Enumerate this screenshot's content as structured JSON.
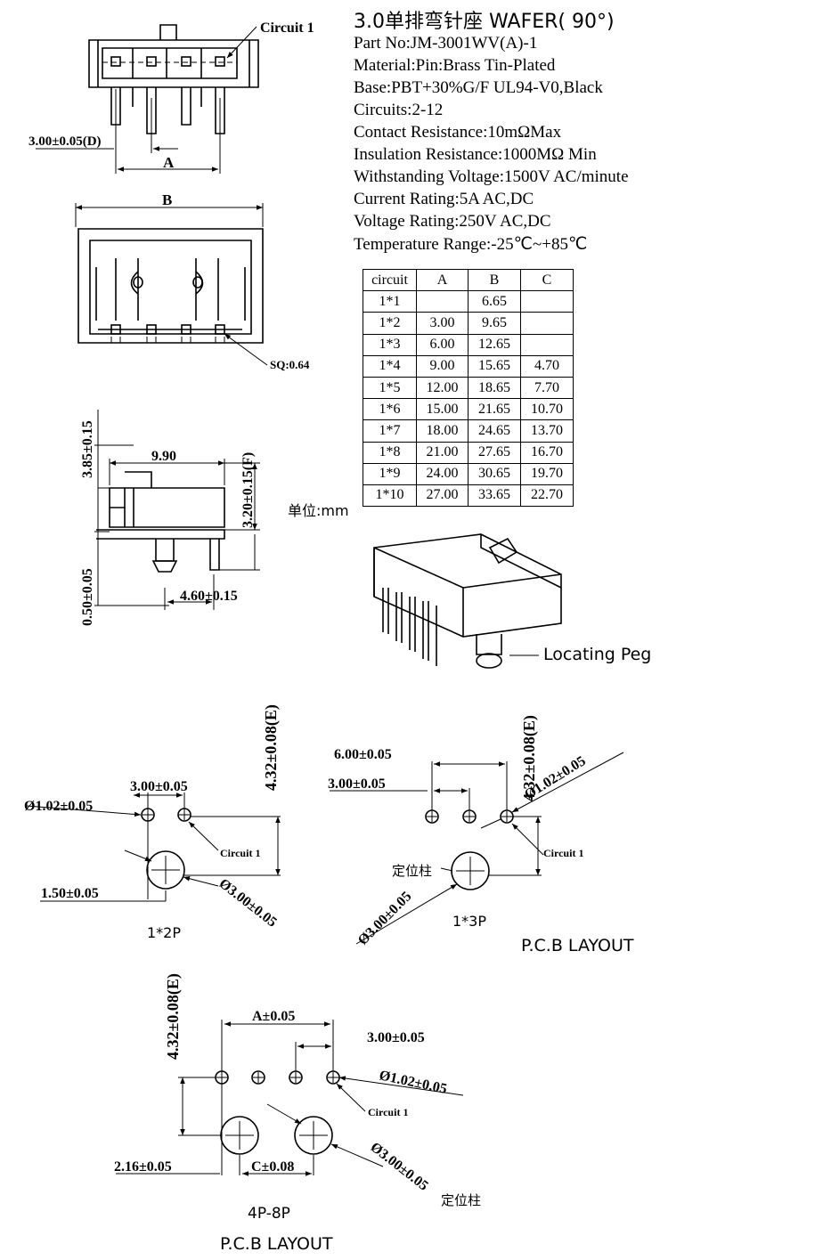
{
  "product": {
    "title": "3.0单排弯针座 WAFER( 90°)",
    "specs": [
      "Part No:JM-3001WV(A)-1",
      "Material:Pin:Brass Tin-Plated",
      "Base:PBT+30%G/F UL94-V0,Black",
      "Circuits:2-12",
      "Contact Resistance:10mΩMax",
      "Insulation Resistance:1000MΩ  Min",
      "Withstanding Voltage:1500V AC/minute",
      "Current Rating:5A AC,DC",
      "Voltage Rating:250V AC,DC",
      "Temperature Range:-25℃~+85℃"
    ]
  },
  "table": {
    "headers": [
      "circuit",
      "A",
      "B",
      "C"
    ],
    "rows": [
      [
        "1*1",
        "",
        "6.65",
        ""
      ],
      [
        "1*2",
        "3.00",
        "9.65",
        ""
      ],
      [
        "1*3",
        "6.00",
        "12.65",
        ""
      ],
      [
        "1*4",
        "9.00",
        "15.65",
        "4.70"
      ],
      [
        "1*5",
        "12.00",
        "18.65",
        "7.70"
      ],
      [
        "1*6",
        "15.00",
        "21.65",
        "10.70"
      ],
      [
        "1*7",
        "18.00",
        "24.65",
        "13.70"
      ],
      [
        "1*8",
        "21.00",
        "27.65",
        "16.70"
      ],
      [
        "1*9",
        "24.00",
        "30.65",
        "19.70"
      ],
      [
        "1*10",
        "27.00",
        "33.65",
        "22.70"
      ]
    ],
    "unit": "单位:mm"
  },
  "front_view": {
    "circuit1": "Circuit 1",
    "pitch": "3.00±0.05(D)",
    "dim_a": "A"
  },
  "bottom_view": {
    "dim_b": "B",
    "sq": "SQ:0.64"
  },
  "side_view": {
    "dim_990": "9.90",
    "dim_385": "3.85±0.15",
    "dim_320": "3.20±0.15(F)",
    "dim_050": "0.50±0.05",
    "dim_460": "4.60±0.15"
  },
  "iso_view": {
    "locating_peg": "Locating Peg"
  },
  "pcb_2p": {
    "e_dim": "4.32±0.08(E)",
    "pitch": "3.00±0.05",
    "hole": "Ø1.02±0.05",
    "circuit1": "Circuit 1",
    "offset": "1.50±0.05",
    "peg": "Ø3.00±0.05",
    "label": "1*2P"
  },
  "pcb_3p": {
    "dim_6": "6.00±0.05",
    "dim_3": "3.00±0.05",
    "e_dim": "4.32±0.08(E)",
    "hole": "Ø1.02±0.05",
    "circuit1": "Circuit 1",
    "peg_cn": "定位柱",
    "peg": "Ø3.00±0.05",
    "label": "1*3P",
    "layout": "P.C.B LAYOUT"
  },
  "pcb_4p": {
    "e_dim": "4.32±0.08(E)",
    "dim_a": "A±0.05",
    "pitch": "3.00±0.05",
    "hole": "Ø1.02±0.05",
    "circuit1": "Circuit 1",
    "offset": "2.16±0.05",
    "dim_c": "C±0.08",
    "peg": "Ø3.00±0.05",
    "peg_cn": "定位柱",
    "label": "4P-8P",
    "layout": "P.C.B LAYOUT"
  }
}
